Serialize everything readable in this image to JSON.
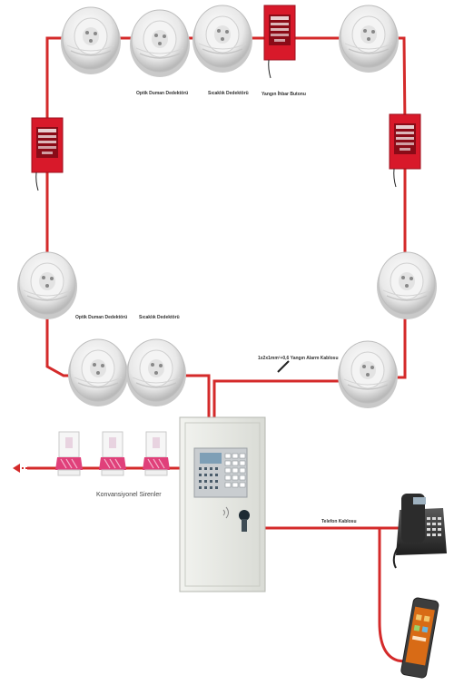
{
  "labels": {
    "optical_smoke_top": "Optik Duman Dedektörü",
    "heat_top": "Sıcaklık Dedektörü",
    "manual_call_point": "Yangın İhbar Butonu",
    "optical_smoke_bottom": "Optik Duman Dedektörü",
    "heat_bottom": "Sıcaklık Dedektörü",
    "cable": "1x2x1mm²+0,6 Yangın Alarm Kablosu",
    "sirens": "Konvansiyonel Sirenler",
    "phone_cable": "Telefon Kablosu"
  },
  "colors": {
    "loop_line": "#d42a2a",
    "button_red": "#d8192a",
    "siren_pink": "#e0407a",
    "panel_body": "#e9ebe6"
  }
}
